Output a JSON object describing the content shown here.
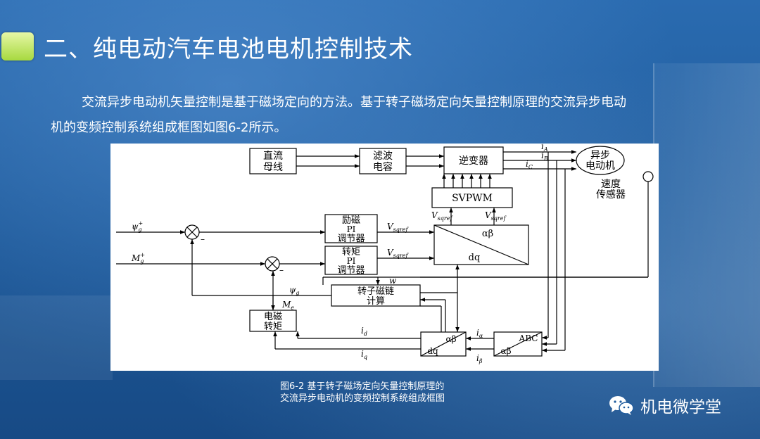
{
  "slide": {
    "title": "二、纯电动汽车电池电机控制技术",
    "paragraph": [
      "交流异步电动机矢量控制是基于磁场定向的方法。基于转子磁场定向矢量控制原理的交流异步电动",
      "机的变频控制系统组成框图如图6-2所示。"
    ],
    "caption": [
      "图6-2 基于转子磁场定向矢量控制原理的",
      "交流异步电动机的变频控制系统组成框图"
    ],
    "watermark": "机电微学堂"
  },
  "colors": {
    "title_marker": "#b8e04f",
    "background": "#1f5c9e",
    "text": "#ffffff",
    "diagram_line": "#000000"
  },
  "diagram": {
    "blocks": {
      "dc_bus": [
        "直流",
        "母线"
      ],
      "filter": [
        "滤波",
        "电容"
      ],
      "inverter": "逆变器",
      "motor": [
        "异步",
        "电动机"
      ],
      "speed_sensor": [
        "速度",
        "传感器"
      ],
      "svpwm": "SVPWM",
      "flux_pi": [
        "励磁",
        "PI",
        "调节器"
      ],
      "torque_pi": [
        "转矩",
        "PI",
        "调节器"
      ],
      "rotor_flux_calc": [
        "转子磁链",
        "计算"
      ],
      "em_torque": [
        "电磁",
        "转矩"
      ],
      "transform_main": [
        "αβ",
        "dq"
      ],
      "transform_small": [
        "αβ",
        "dq"
      ],
      "transform_abc": [
        "ABC",
        "αβ"
      ]
    },
    "signals": {
      "psi_ref": "ψ",
      "psi_ref_sub": "g",
      "psi_ref_sup": "+",
      "m_ref": "M",
      "m_ref_sub": "g",
      "m_ref_sup": "+",
      "v_sqref": "V",
      "v_sqref_sub": "sqref",
      "w": "w",
      "psi_g": "ψ",
      "psi_g_sub": "g",
      "m_e": "M",
      "m_e_sub": "e",
      "i_d": "i",
      "i_d_sub": "d",
      "i_q": "i",
      "i_q_sub": "q",
      "i_alpha": "i",
      "i_alpha_sub": "α",
      "i_beta": "i",
      "i_beta_sub": "β",
      "i_a": "i",
      "i_a_sub": "A",
      "i_b": "i",
      "i_b_sub": "B",
      "i_c": "i",
      "i_c_sub": "C",
      "minus": "–"
    }
  }
}
